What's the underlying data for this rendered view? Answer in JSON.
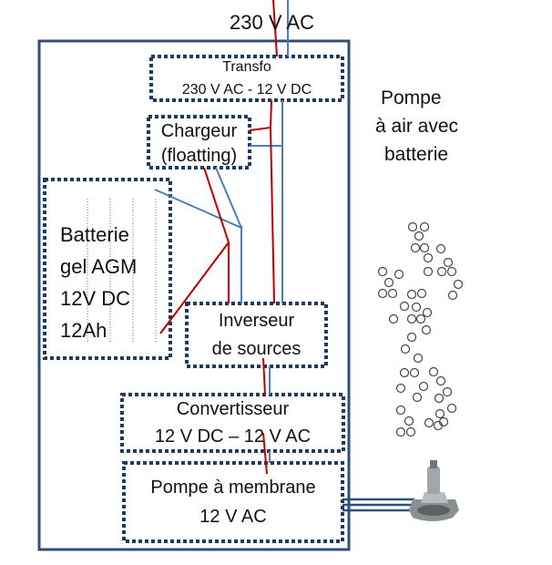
{
  "mains_label": "230 V AC",
  "transformer": {
    "title": "Transfo",
    "rating": "230 V  AC - 12 V DC"
  },
  "charger": {
    "line1": "Chargeur",
    "line2": "(floatting)"
  },
  "battery": {
    "line1": "Batterie",
    "line2": "gel AGM",
    "line3": "12V DC",
    "line4": "12Ah"
  },
  "source_switch": {
    "line1": "Inverseur",
    "line2": "de sources"
  },
  "converter": {
    "line1": "Convertisseur",
    "line2": "12 V DC – 12 V AC"
  },
  "pump": {
    "line1": "Pompe à membrane",
    "line2": "12 V AC"
  },
  "side_title": {
    "line1": "Pompe",
    "line2": "à air avec",
    "line3": "batterie"
  },
  "colors": {
    "frame": "#2f4f7a",
    "dotted_border": "#1f3a60",
    "positive_wire": "#c00000",
    "negative_wire": "#4a7ebb",
    "bubble": "#444444",
    "air_hose": "#2f4f7a"
  }
}
